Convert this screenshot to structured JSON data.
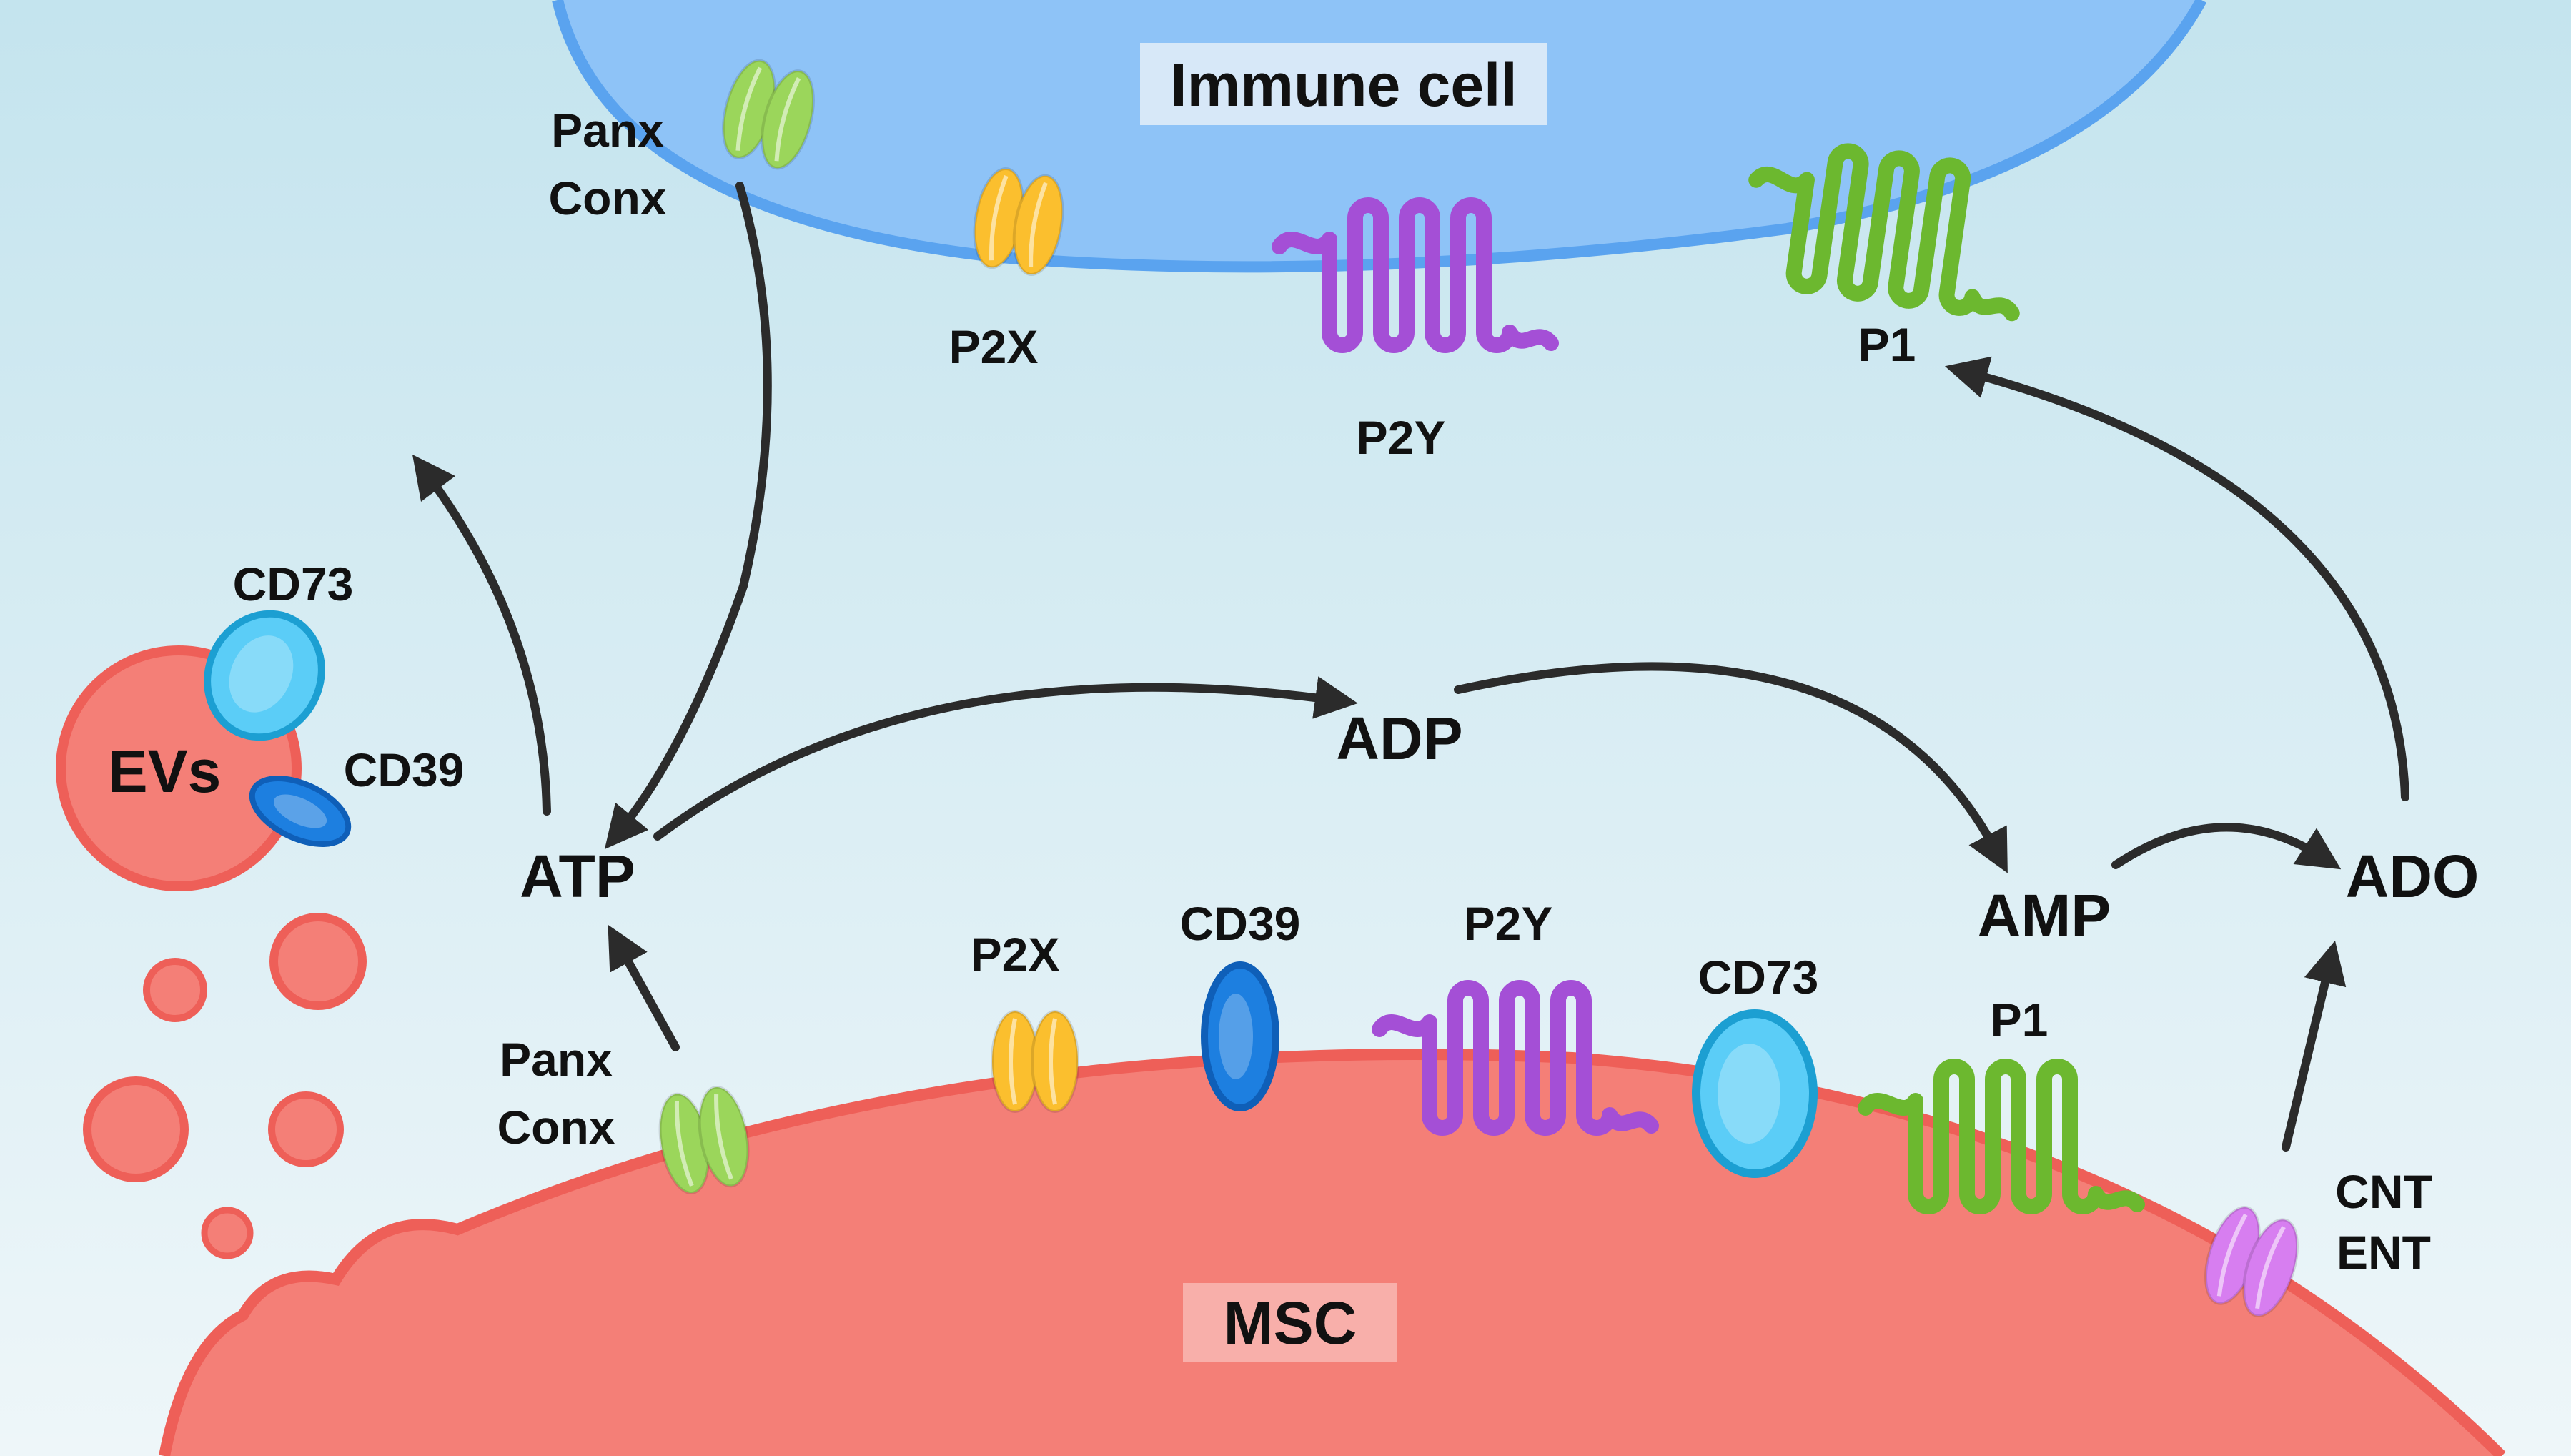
{
  "cells": {
    "immune": "Immune cell",
    "msc": "MSC",
    "evs": "EVs"
  },
  "molecules": {
    "atp": "ATP",
    "adp": "ADP",
    "amp": "AMP",
    "ado": "ADO"
  },
  "immune_receptors": {
    "panx": "Panx",
    "conx": "Conx",
    "p2x": "P2X",
    "p2y": "P2Y",
    "p1": "P1"
  },
  "msc_receptors": {
    "panx": "Panx",
    "conx": "Conx",
    "p2x": "P2X",
    "cd39": "CD39",
    "p2y": "P2Y",
    "cd73": "CD73",
    "p1": "P1",
    "cnt": "CNT",
    "ent": "ENT"
  },
  "ev_enzymes": {
    "cd73": "CD73",
    "cd39": "CD39"
  },
  "colors": {
    "background_top": "#c4e4ee",
    "background_bottom": "#eef6f9",
    "immune_cell_fill": "#8ec3f7",
    "immune_cell_border": "#5aa3ef",
    "msc_fill": "#f47f77",
    "msc_border": "#ee5f58",
    "channel_green": "#9bd65b",
    "p2x_yellow": "#fbbf2e",
    "p2y_purple": "#a44fd6",
    "p1_green": "#6cb82f",
    "cd73_blue": "#5bcdf7",
    "cd39_blue": "#1d7fe0",
    "cnt_pink": "#d77ef0",
    "arrow": "#2b2b2b"
  },
  "icons": {
    "channel": "pannexin-connexin-channel-icon",
    "p2x": "p2x-receptor-icon",
    "p2y": "seven-transmembrane-receptor-icon",
    "cd39": "cd39-ectoenzyme-icon",
    "cd73": "cd73-ectoenzyme-icon",
    "transporter": "nucleoside-transporter-icon"
  }
}
